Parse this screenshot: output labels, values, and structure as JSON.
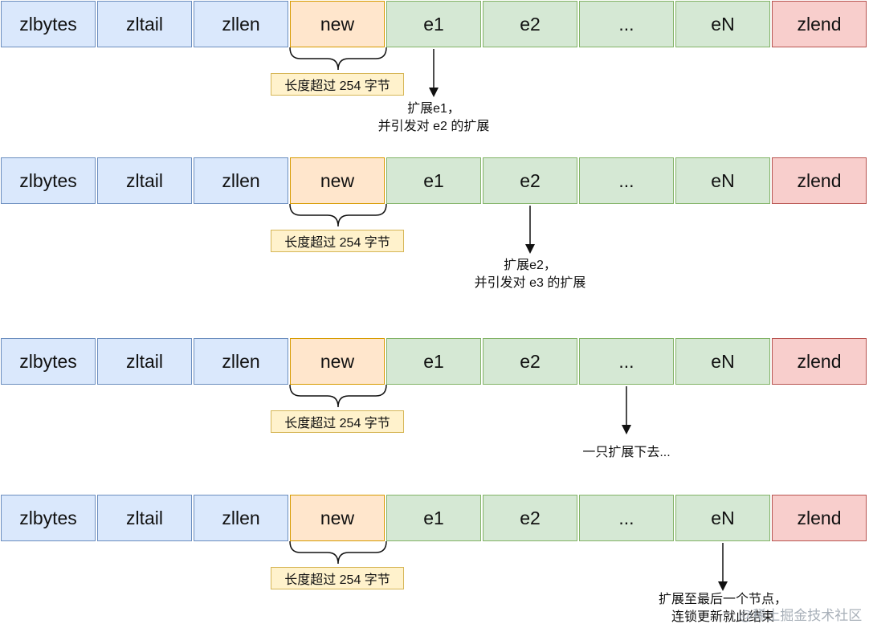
{
  "cells": {
    "zlbytes": "zlbytes",
    "zltail": "zltail",
    "zllen": "zllen",
    "new": "new",
    "e1": "e1",
    "e2": "e2",
    "ellipsis": "...",
    "eN": "eN",
    "zlend": "zlend"
  },
  "brace_label": "长度超过 254 字节",
  "rows": [
    {
      "note_line1": "扩展e1，",
      "note_line2": "并引发对 e2 的扩展"
    },
    {
      "note_line1": "扩展e2，",
      "note_line2": "并引发对 e3 的扩展"
    },
    {
      "note_line1": "一只扩展下去...",
      "note_line2": ""
    },
    {
      "note_line1": "扩展至最后一个节点，",
      "note_line2": "连锁更新就此结束"
    }
  ],
  "watermark": "@稀土掘金技术社区",
  "colors": {
    "header_fill": "#dae8fc",
    "header_stroke": "#6c8ebf",
    "new_fill": "#ffe6cc",
    "new_stroke": "#d79b00",
    "entry_fill": "#d5e8d4",
    "entry_stroke": "#82b366",
    "end_fill": "#f8cecc",
    "end_stroke": "#b85450",
    "tag_fill": "#fff2cc",
    "tag_stroke": "#d6b656"
  }
}
